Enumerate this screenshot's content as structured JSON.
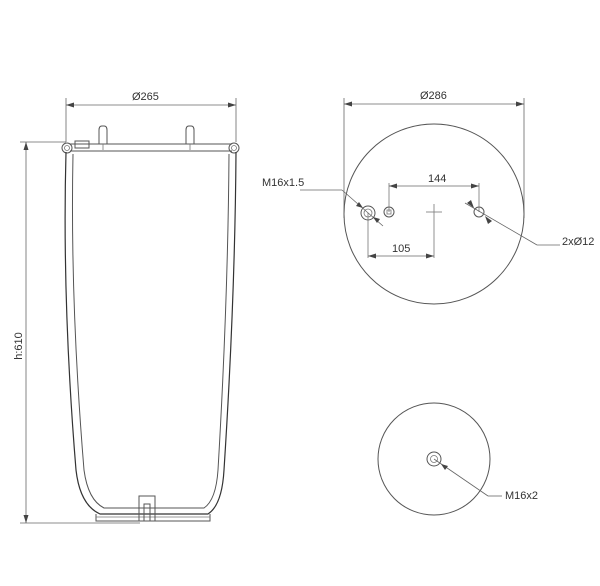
{
  "side_view": {
    "diameter_label": "Ø265",
    "height_label": "h:610"
  },
  "top_plate": {
    "diameter_label": "Ø286",
    "thread_label": "M16x1.5",
    "spacing_label": "144",
    "offset_label": "105",
    "holes_label": "2xØ12"
  },
  "bottom_plate": {
    "thread_label": "M16x2"
  }
}
